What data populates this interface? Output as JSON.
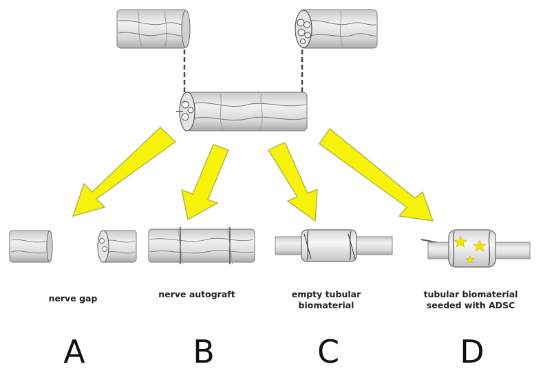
{
  "panels": [
    {
      "caption_lines": [
        "nerve gap"
      ],
      "letter": "A",
      "type": "gap"
    },
    {
      "caption_lines": [
        "nerve autograft"
      ],
      "letter": "B",
      "type": "autograft"
    },
    {
      "caption_lines": [
        "empty tubular",
        "biomaterial"
      ],
      "letter": "C",
      "type": "tube"
    },
    {
      "caption_lines": [
        "tubular biomaterial",
        "seeded with ADSC"
      ],
      "letter": "D",
      "type": "tube-seeded"
    }
  ],
  "colors": {
    "arrow_fill": "#f7f20a",
    "arrow_outline": "#b7b44a",
    "nerve_fill": "#dcdcdc",
    "nerve_line": "#6b6b6b",
    "tube_fill": "#ececec",
    "star": "#f3e600"
  },
  "icons": [
    "nerve-segment",
    "nerve-cross-section",
    "tubular-conduit",
    "adsc-star",
    "yellow-arrow"
  ]
}
